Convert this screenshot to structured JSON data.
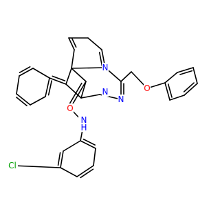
{
  "colors": {
    "background": "#ffffff",
    "bond": "#000000",
    "nitrogen": "#0000ff",
    "oxygen": "#ff0000",
    "chlorine": "#00a000",
    "carbon_text": "#000000"
  },
  "labels": {
    "o_ether": "O",
    "o_carbonyl": "O",
    "n_fused": "N",
    "n_ring_a": "N",
    "n_ring_b": "N",
    "n_ring_c": "N",
    "nh": "N",
    "h": "H",
    "cl": "Cl"
  }
}
